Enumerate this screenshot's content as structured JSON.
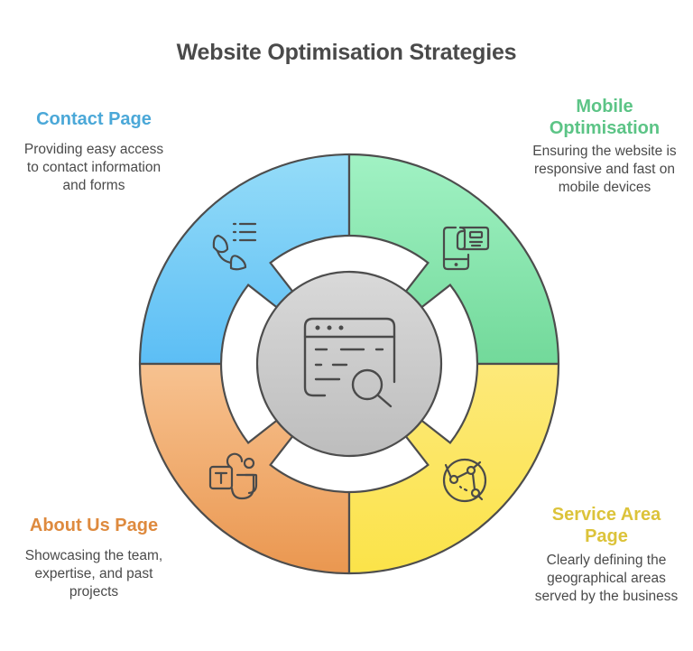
{
  "title": "Website Optimisation Strategies",
  "center": {
    "icon": "web-page-search-icon",
    "fill_top": "#d9d9d9",
    "fill_bottom": "#bdbdbd"
  },
  "segments": [
    {
      "id": "contact",
      "heading": "Contact Page",
      "description_lines": [
        "Providing easy access",
        "to contact information",
        "and forms"
      ],
      "color": "#4ba8d8",
      "fill_top": "#95dcf8",
      "fill_bottom": "#5cbef5",
      "icon": "phone-contact-list-icon"
    },
    {
      "id": "mobile",
      "heading_lines": [
        "Mobile",
        "Optimisation"
      ],
      "description_lines": [
        "Ensuring the website is",
        "responsive and fast on",
        "mobile devices"
      ],
      "color": "#5cc486",
      "fill_top": "#a1f2c4",
      "fill_bottom": "#72d99a",
      "icon": "mobile-document-icon"
    },
    {
      "id": "about",
      "heading": "About Us Page",
      "description_lines": [
        "Showcasing the team,",
        "expertise, and past",
        "projects"
      ],
      "color": "#de8a3e",
      "fill_top": "#f7c290",
      "fill_bottom": "#ea9750",
      "icon": "team-icon"
    },
    {
      "id": "service",
      "heading_lines": [
        "Service Area",
        "Page"
      ],
      "description_lines": [
        "Clearly defining the",
        "geographical areas",
        "served by the business"
      ],
      "color": "#dcc33a",
      "fill_top": "#fde97a",
      "fill_bottom": "#fbe349",
      "icon": "globe-network-icon"
    }
  ]
}
